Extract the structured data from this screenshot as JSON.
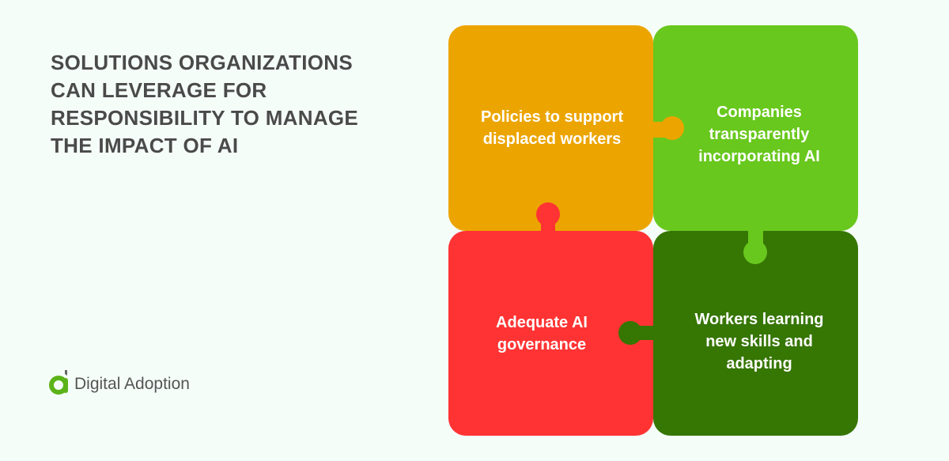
{
  "title": "SOLUTIONS ORGANIZATIONS CAN LEVERAGE FOR RESPONSIBILITY TO MANAGE THE IMPACT OF AI",
  "logo": {
    "text": "Digital Adoption",
    "icon": "digital-adoption-logo-icon",
    "color": "#5bb318"
  },
  "tiles": [
    {
      "label": "Policies to support displaced workers",
      "color": "#eca500",
      "position": "top-left"
    },
    {
      "label": "Companies transparently incorporating AI",
      "color": "#68c81d",
      "position": "top-right"
    },
    {
      "label": "Adequate AI governance",
      "color": "#ff3333",
      "position": "bottom-left"
    },
    {
      "label": "Workers learning new skills and adapting",
      "color": "#367603",
      "position": "bottom-right"
    }
  ]
}
